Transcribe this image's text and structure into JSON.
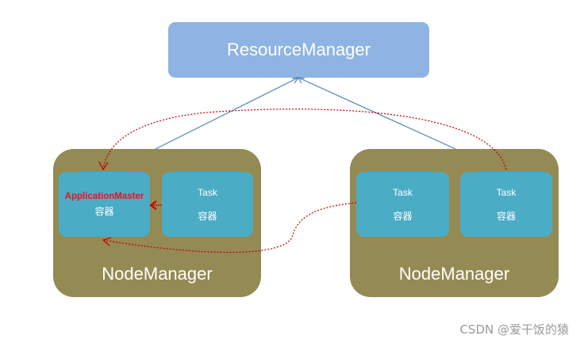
{
  "resource_manager": {
    "label": "ResourceManager"
  },
  "node_managers": [
    {
      "label": "NodeManager",
      "containers": [
        {
          "title": "ApplicationMaster",
          "subtitle": "容器"
        },
        {
          "title": "Task",
          "subtitle": "容器"
        }
      ]
    },
    {
      "label": "NodeManager",
      "containers": [
        {
          "title": "Task",
          "subtitle": "容器"
        },
        {
          "title": "Task",
          "subtitle": "容器"
        }
      ]
    }
  ],
  "watermark": "CSDN @爱干饭的猿",
  "colors": {
    "resource_manager": "#8fb4e3",
    "node_manager": "#948a54",
    "container": "#4bacc6",
    "app_master_text": "#e8141c",
    "solid_arrow": "#4f81bd",
    "dotted_arrow": "#c00000"
  }
}
